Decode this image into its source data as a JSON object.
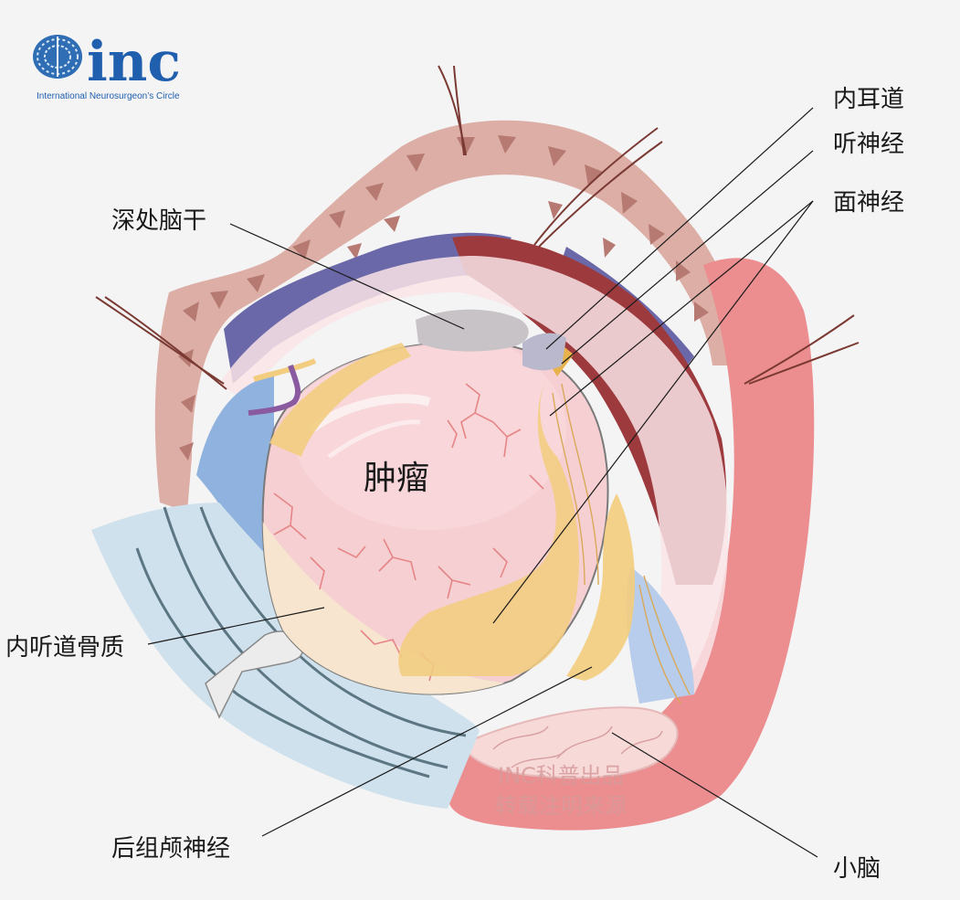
{
  "logo": {
    "text": "inc",
    "subtitle": "International  Neurosurgeon’s  Circle"
  },
  "labels": {
    "tumor": "肿瘤",
    "deep_brainstem": "深处脑干",
    "internal_auditory_canal": "内耳道",
    "auditory_nerve": "听神经",
    "facial_nerve": "面神经",
    "iac_bone": "内听道骨质",
    "lower_cranial_nerves": "后组颅神经",
    "cerebellum": "小脑"
  },
  "watermark": {
    "line1": "INC科普出品",
    "line2": "转载注明来源"
  },
  "colors": {
    "background": "#f4f4f5",
    "brand_blue": "#1f5fae",
    "bone": "#d9aaa1",
    "tumor": "#f6cfd3",
    "nerve": "#f2cd7f",
    "cerebellum": "#ec8d8f"
  }
}
